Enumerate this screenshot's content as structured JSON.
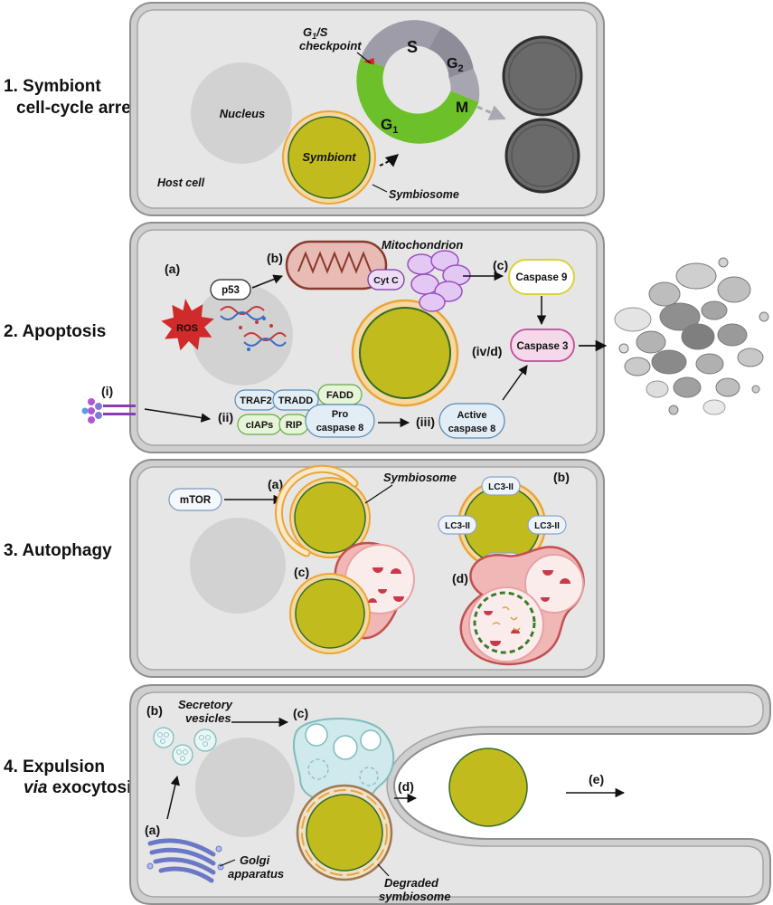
{
  "sections": [
    {
      "number": "1.",
      "title": "Symbiont",
      "title_line2": "cell-cycle arrest"
    },
    {
      "number": "2.",
      "title": "Apoptosis"
    },
    {
      "number": "3.",
      "title": "Autophagy"
    },
    {
      "number": "4.",
      "title": "Expulsion",
      "title_line2_italic": "via",
      "title_line2_rest": "exocytosis"
    }
  ],
  "panel1": {
    "checkpoint_prefix": "G",
    "checkpoint_sub": "1",
    "checkpoint_suffix": "/S",
    "checkpoint_line2": "checkpoint",
    "phase_s": "S",
    "phase_g2": "G",
    "phase_g2_sub": "2",
    "phase_m": "M",
    "phase_g1": "G",
    "phase_g1_sub": "1",
    "nucleus": "Nucleus",
    "symbiont": "Symbiont",
    "host_cell": "Host cell",
    "symbiosome": "Symbiosome"
  },
  "panel2": {
    "label_a": "(a)",
    "label_b": "(b)",
    "label_c": "(c)",
    "label_i": "(i)",
    "label_ii": "(ii)",
    "label_iii": "(iii)",
    "label_ivd": "(iv/d)",
    "mitochondrion": "Mitochondrion",
    "p53": "p53",
    "ros": "ROS",
    "cytc": "Cyt C",
    "caspase9": "Caspase 9",
    "caspase3": "Caspase 3",
    "traf2": "TRAF2",
    "tradd": "TRADD",
    "fadd": "FADD",
    "ciaps": "cIAPs",
    "rip": "RIP",
    "pro_caspase8_l1": "Pro",
    "pro_caspase8_l2": "caspase 8",
    "active_caspase8_l1": "Active",
    "active_caspase8_l2": "caspase 8"
  },
  "panel3": {
    "mtor": "mTOR",
    "label_a": "(a)",
    "label_b": "(b)",
    "label_c": "(c)",
    "label_d": "(d)",
    "symbiosome": "Symbiosome",
    "lc3": "LC3-II"
  },
  "panel4": {
    "label_a": "(a)",
    "label_b": "(b)",
    "label_c": "(c)",
    "label_d": "(d)",
    "label_e": "(e)",
    "secretory_l1": "Secretory",
    "secretory_l2": "vesicles",
    "golgi_l1": "Golgi",
    "golgi_l2": "apparatus",
    "degraded_l1": "Degraded",
    "degraded_l2": "symbiosome"
  },
  "colors": {
    "cell_fill": "#e6e6e6",
    "cell_border": "#9a9a9a",
    "nucleus": "#d2d2d2",
    "symbiont": "#c2bb1e",
    "symbiosome_ring": "#f0b24a",
    "g1_phase": "#6cc02a",
    "other_phases": "#9d9ca8",
    "caspase9_border": "#d9d33a",
    "caspase3_fill": "#f5d8ea",
    "mito_fill": "#e8bcb4",
    "ros_fill": "#d12a2a",
    "lysosome": "#f1b6b6",
    "vesicle": "#d9f0f0"
  }
}
